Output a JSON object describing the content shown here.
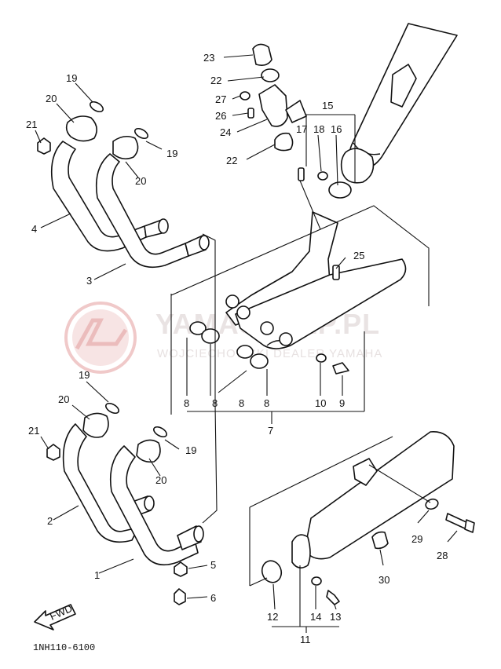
{
  "diagram": {
    "part_code": "1NH110-6100",
    "fwd_label": "FWD",
    "watermark": {
      "brand": "YAMASKLEP.PL",
      "tagline": "WOJCIECHOWSKI DEALER YAMAHA",
      "logo_icon": "yamaha-tuning-fork-logo"
    },
    "callouts": [
      {
        "id": "c23",
        "text": "23"
      },
      {
        "id": "c22a",
        "text": "22"
      },
      {
        "id": "c27",
        "text": "27"
      },
      {
        "id": "c26",
        "text": "26"
      },
      {
        "id": "c24",
        "text": "24"
      },
      {
        "id": "c22b",
        "text": "22"
      },
      {
        "id": "c15",
        "text": "15"
      },
      {
        "id": "c17",
        "text": "17"
      },
      {
        "id": "c18",
        "text": "18"
      },
      {
        "id": "c16",
        "text": "16"
      },
      {
        "id": "c19a",
        "text": "19"
      },
      {
        "id": "c20a",
        "text": "20"
      },
      {
        "id": "c21a",
        "text": "21"
      },
      {
        "id": "c19b",
        "text": "19"
      },
      {
        "id": "c20b",
        "text": "20"
      },
      {
        "id": "c4",
        "text": "4"
      },
      {
        "id": "c3",
        "text": "3"
      },
      {
        "id": "c25",
        "text": "25"
      },
      {
        "id": "c8a",
        "text": "8"
      },
      {
        "id": "c8b",
        "text": "8"
      },
      {
        "id": "c8c",
        "text": "8"
      },
      {
        "id": "c8d",
        "text": "8"
      },
      {
        "id": "c10",
        "text": "10"
      },
      {
        "id": "c9",
        "text": "9"
      },
      {
        "id": "c7",
        "text": "7"
      },
      {
        "id": "c19c",
        "text": "19"
      },
      {
        "id": "c20c",
        "text": "20"
      },
      {
        "id": "c21b",
        "text": "21"
      },
      {
        "id": "c19d",
        "text": "19"
      },
      {
        "id": "c20d",
        "text": "20"
      },
      {
        "id": "c2",
        "text": "2"
      },
      {
        "id": "c1",
        "text": "1"
      },
      {
        "id": "c5",
        "text": "5"
      },
      {
        "id": "c6",
        "text": "6"
      },
      {
        "id": "c29",
        "text": "29"
      },
      {
        "id": "c28",
        "text": "28"
      },
      {
        "id": "c30",
        "text": "30"
      },
      {
        "id": "c12",
        "text": "12"
      },
      {
        "id": "c14",
        "text": "14"
      },
      {
        "id": "c13",
        "text": "13"
      },
      {
        "id": "c11",
        "text": "11"
      }
    ]
  }
}
